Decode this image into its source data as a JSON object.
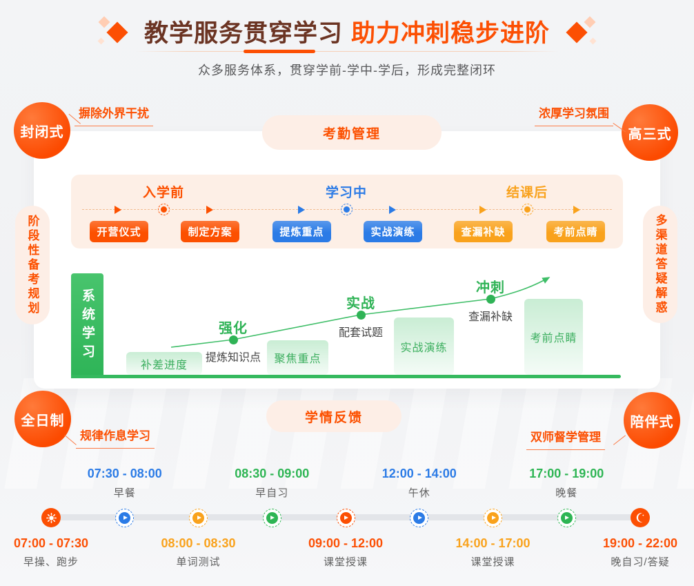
{
  "header": {
    "title_part1": "教学服务贯穿学习",
    "title_part2": "助力冲刺稳步进阶",
    "subtitle": "众多服务体系，贯穿学前-学中-学后，形成完整闭环"
  },
  "corner_badges": [
    {
      "label": "封闭式",
      "callout": "摒除外界干扰",
      "position": "top-left"
    },
    {
      "label": "高三式",
      "callout": "浓厚学习氛围",
      "position": "top-right"
    },
    {
      "label": "全日制",
      "callout": "规律作息学习",
      "position": "bottom-left"
    },
    {
      "label": "陪伴式",
      "callout": "双师督学管理",
      "position": "bottom-right"
    }
  ],
  "edge_pills": {
    "top": "考勤管理",
    "bottom": "学情反馈",
    "left": "阶段性备考规划",
    "right": "多渠道答疑解惑"
  },
  "phases": [
    {
      "label": "入学前",
      "color": "#fc5000",
      "buttons": [
        "开营仪式",
        "制定方案"
      ]
    },
    {
      "label": "学习中",
      "color": "#2b7be6",
      "buttons": [
        "提炼重点",
        "实战演练"
      ]
    },
    {
      "label": "结课后",
      "color": "#f9a21c",
      "buttons": [
        "查漏补缺",
        "考前点睛"
      ]
    }
  ],
  "chart_data": {
    "type": "line",
    "trend": "ascending",
    "base_label": "系统学习",
    "milestones": [
      {
        "label": "强化",
        "sublabel": "提炼知识点"
      },
      {
        "label": "实战",
        "sublabel": "配套试题"
      },
      {
        "label": "冲刺",
        "sublabel": "查漏补缺"
      }
    ],
    "stage_blocks": [
      "补差进度",
      "聚焦重点",
      "实战演练",
      "考前点睛"
    ],
    "line_color": "#3fbe68"
  },
  "schedule": [
    {
      "time": "07:00 - 07:30",
      "activity": "早操、跑步",
      "color": "#fc4f03",
      "side": "below",
      "icon": "sun"
    },
    {
      "time": "07:30 - 08:00",
      "activity": "早餐",
      "color": "#2b7be6",
      "side": "above",
      "icon": "play"
    },
    {
      "time": "08:00 - 08:30",
      "activity": "单词测试",
      "color": "#f9a21c",
      "side": "below",
      "icon": "play"
    },
    {
      "time": "08:30 - 09:00",
      "activity": "早自习",
      "color": "#2eb554",
      "side": "above",
      "icon": "play"
    },
    {
      "time": "09:00 - 12:00",
      "activity": "课堂授课",
      "color": "#fc4f03",
      "side": "below",
      "icon": "play"
    },
    {
      "time": "12:00 - 14:00",
      "activity": "午休",
      "color": "#2b7be6",
      "side": "above",
      "icon": "play"
    },
    {
      "time": "14:00 - 17:00",
      "activity": "课堂授课",
      "color": "#f9a21c",
      "side": "below",
      "icon": "play"
    },
    {
      "time": "17:00 - 19:00",
      "activity": "晚餐",
      "color": "#2eb554",
      "side": "above",
      "icon": "play"
    },
    {
      "time": "19:00 - 22:00",
      "activity": "晚自习/答疑",
      "color": "#fc4f03",
      "side": "below",
      "icon": "moon"
    }
  ],
  "colors": {
    "accent_orange": "#fc4f03",
    "blue": "#2b7be6",
    "amber": "#f9a21c",
    "green": "#2eb554",
    "title_brown": "#6b3423",
    "band_peach": "#fdefe6"
  }
}
